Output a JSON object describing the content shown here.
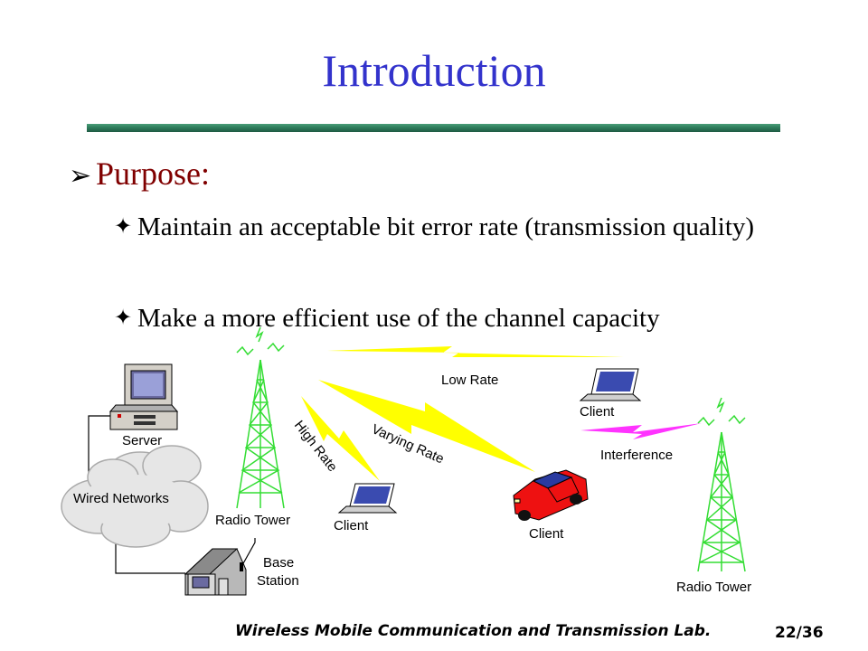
{
  "slide": {
    "title": "Introduction",
    "bullet": {
      "marker_icon": "arrow-bullet-icon",
      "label": "Purpose:",
      "sub_items": [
        {
          "marker_icon": "star-bullet-icon",
          "text": "Maintain an acceptable bit error rate (transmission quality)"
        },
        {
          "marker_icon": "star-bullet-icon",
          "text": "Make a more efficient use of the channel capacity"
        }
      ]
    },
    "colors": {
      "title": "#3333cc",
      "bullet": "#800000",
      "tower": "#33cc33",
      "signal": "#ffff00",
      "interference": "#ff33ff",
      "car": "#ff0000",
      "rule": "#2f7d5d"
    }
  },
  "diagram": {
    "server_label": "Server",
    "wired_networks_label": "Wired Networks",
    "base_station_label": "Base\nStation",
    "base_station_lines": [
      "Base",
      "Station"
    ],
    "radio_tower_left_label": "Radio Tower",
    "radio_tower_right_label": "Radio Tower",
    "low_rate_label": "Low Rate",
    "high_rate_label": "High Rate",
    "varying_rate_label": "Varying Rate",
    "interference_label": "Interference",
    "client_laptop_top_label": "Client",
    "client_laptop_bottom_label": "Client",
    "client_car_label": "Client"
  },
  "footer": {
    "lab_name": "Wireless Mobile Communication and Transmission Lab.",
    "page_number": "22/36"
  }
}
